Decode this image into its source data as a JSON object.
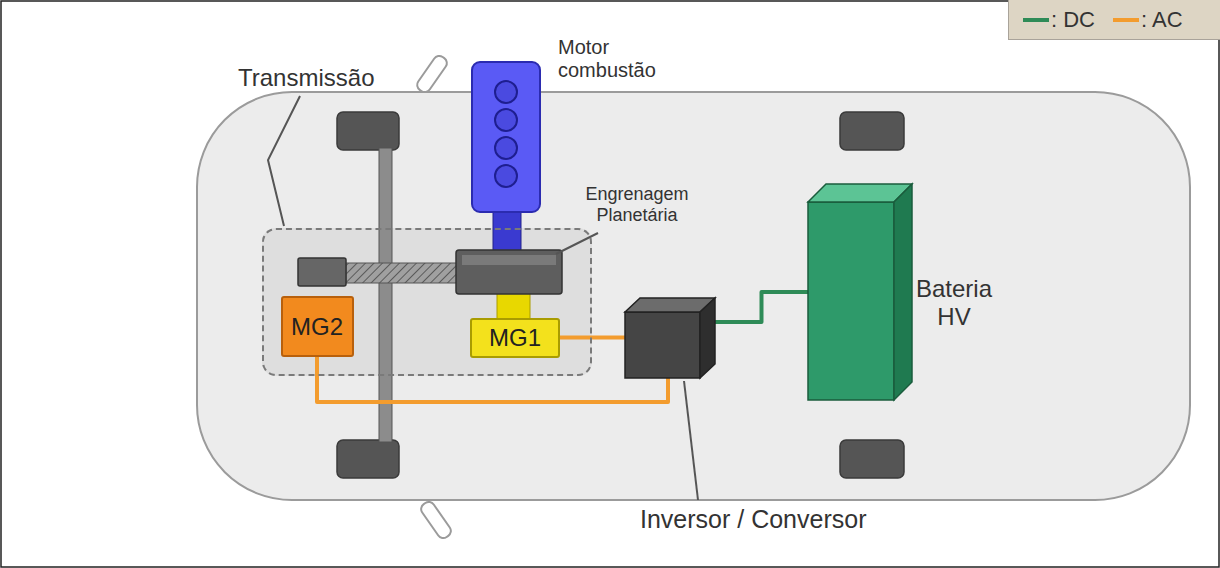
{
  "diagram": {
    "nodes": [
      {
        "text": [
          "Transmissão"
        ]
      },
      {
        "text": [
          "MG2"
        ],
        "in": 0
      },
      {
        "text": [
          "MG1"
        ],
        "in": 0
      },
      {
        "text": [
          "Inversor / Conversor"
        ]
      },
      {
        "text": [
          "Bateria HV"
        ]
      }
    ],
    "edges": [
      {
        "from": 2,
        "to": 3,
        "arrow": "none"
      },
      {
        "from": 1,
        "to": 3,
        "arrow": "none"
      },
      {
        "from": 3,
        "to": 4,
        "arrow": "none"
      }
    ],
    "labels": [
      "Motor combustão",
      "Engrenagem Planetária"
    ],
    "legend": [
      {
        "text": ": DC",
        "color": "#2e8b57"
      },
      {
        "text": ": AC",
        "color": "#f39c2e"
      }
    ]
  }
}
